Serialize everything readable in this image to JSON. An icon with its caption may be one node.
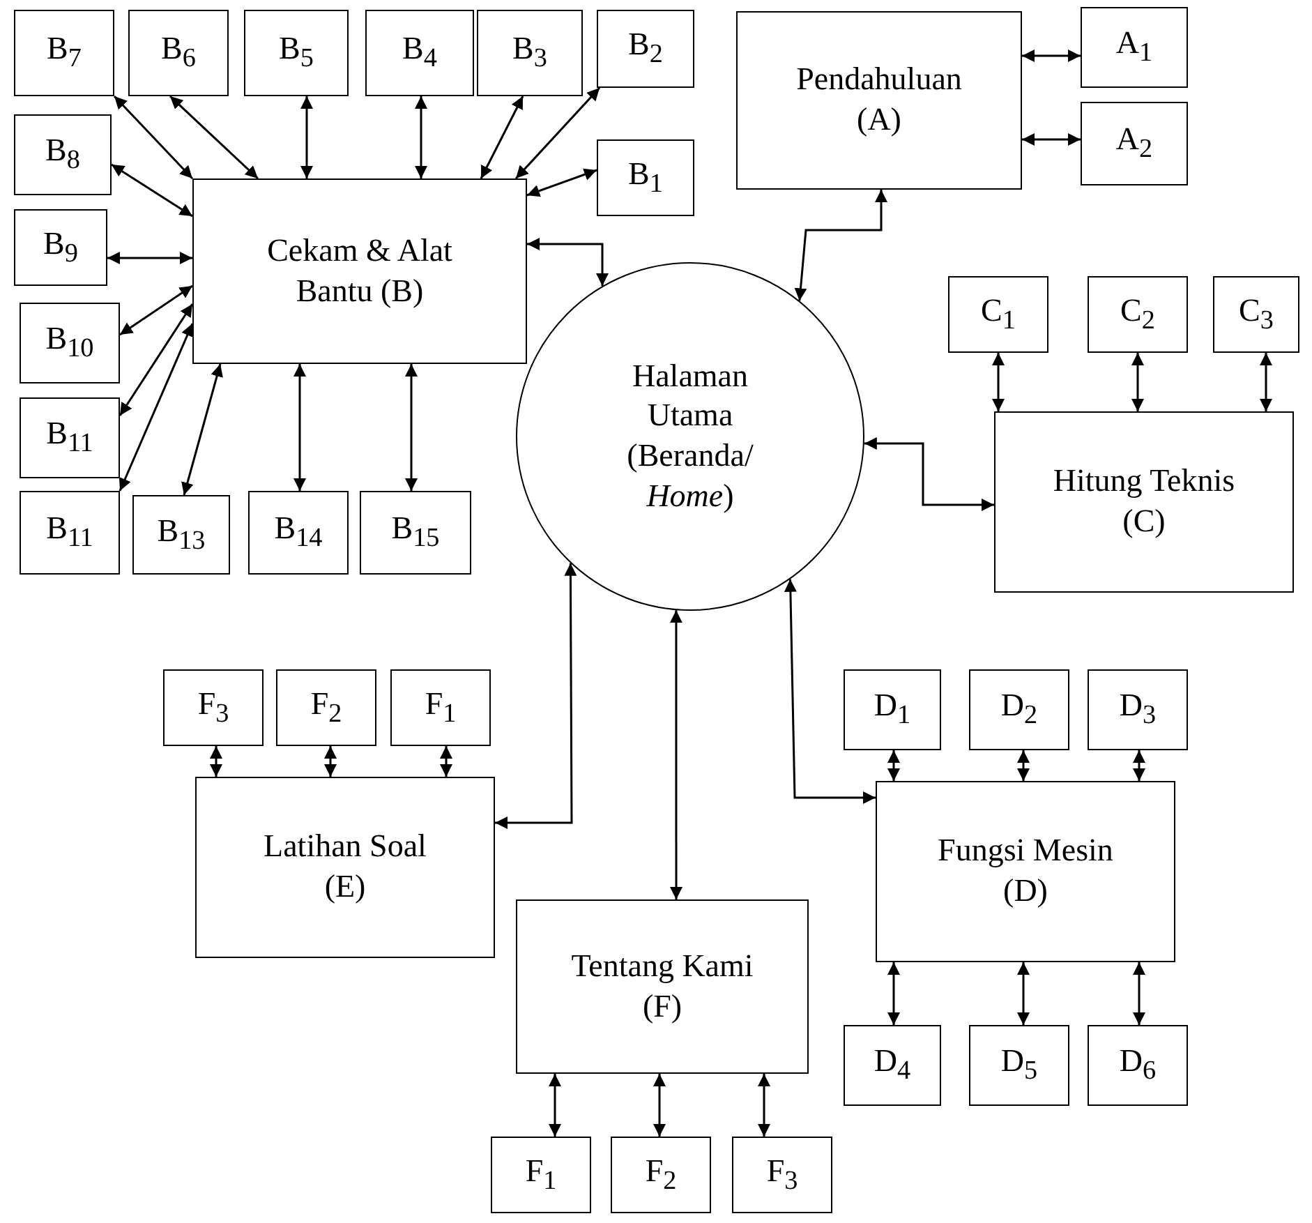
{
  "diagram": {
    "nodes": [
      {
        "text": [
          "B$_{7}$"
        ]
      },
      {
        "text": [
          "B$_{6}$"
        ]
      },
      {
        "text": [
          "B$_{5}$"
        ]
      },
      {
        "text": [
          "B$_{4}$"
        ]
      },
      {
        "text": [
          "B$_{3}$"
        ]
      },
      {
        "text": [
          "B$_{2}$"
        ]
      },
      {
        "text": [
          "Pendahuluan (A)"
        ]
      },
      {
        "text": [
          "A$_{1}$"
        ]
      },
      {
        "text": [
          "A$_{2}$"
        ]
      },
      {
        "text": [
          "B$_{1}$"
        ]
      },
      {
        "text": [
          "B$_{8}$"
        ]
      },
      {
        "text": [
          "Cekam & Alat Bantu (B)"
        ]
      },
      {
        "text": [
          "B$_{9}$"
        ]
      },
      {
        "text": [
          "B$_{10}$"
        ]
      },
      {
        "text": [
          "Halaman Utama (Beranda/ *Home*)"
        ]
      },
      {
        "text": [
          "C$_{1}$"
        ]
      },
      {
        "text": [
          "C$_{2}$"
        ]
      },
      {
        "text": [
          "C$_{3}$"
        ]
      },
      {
        "text": [
          "B$_{11}$"
        ]
      },
      {
        "text": [
          "Hitung Teknis (C)"
        ]
      },
      {
        "text": [
          "B$_{11}$"
        ]
      },
      {
        "text": [
          "B$_{13}$"
        ]
      },
      {
        "text": [
          "B$_{14}$"
        ]
      },
      {
        "text": [
          "B$_{15}$"
        ]
      },
      {
        "text": [
          "F$_{3}$"
        ]
      },
      {
        "text": [
          "F$_{2}$"
        ]
      },
      {
        "text": [
          "F$_{1}$"
        ]
      },
      {
        "text": [
          "D$_{1}$"
        ]
      },
      {
        "text": [
          "D$_{2}$"
        ]
      },
      {
        "text": [
          "D$_{3}$"
        ]
      },
      {
        "text": [
          "Latihan Soal (E)"
        ]
      },
      {
        "text": [
          "Fungsi Mesin (D)"
        ]
      },
      {
        "text": [
          "Tentang Kami (F)"
        ]
      },
      {
        "text": [
          "D$_{4}$"
        ]
      },
      {
        "text": [
          "D$_{5}$"
        ]
      },
      {
        "text": [
          "D$_{6}$"
        ]
      },
      {
        "text": [
          "F$_{1}$"
        ]
      },
      {
        "text": [
          "F$_{2}$"
        ]
      },
      {
        "text": [
          "F$_{3}$"
        ]
      }
    ],
    "edges": [
      {
        "from": 14,
        "to": 6,
        "arrow": "both"
      },
      {
        "from": 6,
        "to": 7,
        "arrow": "both"
      },
      {
        "from": 6,
        "to": 8,
        "arrow": "both"
      },
      {
        "from": 14,
        "to": 11,
        "arrow": "both"
      },
      {
        "from": 11,
        "to": 0,
        "arrow": "both"
      },
      {
        "from": 11,
        "to": 1,
        "arrow": "both"
      },
      {
        "from": 11,
        "to": 2,
        "arrow": "both"
      },
      {
        "from": 11,
        "to": 3,
        "arrow": "both"
      },
      {
        "from": 11,
        "to": 4,
        "arrow": "both"
      },
      {
        "from": 11,
        "to": 5,
        "arrow": "both"
      },
      {
        "from": 11,
        "to": 9,
        "arrow": "both"
      },
      {
        "from": 11,
        "to": 10,
        "arrow": "both"
      },
      {
        "from": 11,
        "to": 12,
        "arrow": "both"
      },
      {
        "from": 11,
        "to": 13,
        "arrow": "both"
      },
      {
        "from": 11,
        "to": 18,
        "arrow": "both"
      },
      {
        "from": 11,
        "to": 20,
        "arrow": "both"
      },
      {
        "from": 11,
        "to": 21,
        "arrow": "both"
      },
      {
        "from": 11,
        "to": 22,
        "arrow": "both"
      },
      {
        "from": 11,
        "to": 23,
        "arrow": "both"
      },
      {
        "from": 14,
        "to": 19,
        "arrow": "both"
      },
      {
        "from": 19,
        "to": 15,
        "arrow": "both"
      },
      {
        "from": 19,
        "to": 16,
        "arrow": "both"
      },
      {
        "from": 19,
        "to": 17,
        "arrow": "both"
      },
      {
        "from": 14,
        "to": 31,
        "arrow": "both"
      },
      {
        "from": 31,
        "to": 27,
        "arrow": "both"
      },
      {
        "from": 31,
        "to": 28,
        "arrow": "both"
      },
      {
        "from": 31,
        "to": 29,
        "arrow": "both"
      },
      {
        "from": 31,
        "to": 33,
        "arrow": "both"
      },
      {
        "from": 31,
        "to": 34,
        "arrow": "both"
      },
      {
        "from": 31,
        "to": 35,
        "arrow": "both"
      },
      {
        "from": 14,
        "to": 30,
        "arrow": "both"
      },
      {
        "from": 30,
        "to": 24,
        "arrow": "both"
      },
      {
        "from": 30,
        "to": 25,
        "arrow": "both"
      },
      {
        "from": 30,
        "to": 26,
        "arrow": "both"
      },
      {
        "from": 14,
        "to": 32,
        "arrow": "both"
      },
      {
        "from": 32,
        "to": 36,
        "arrow": "both"
      },
      {
        "from": 32,
        "to": 37,
        "arrow": "both"
      },
      {
        "from": 32,
        "to": 38,
        "arrow": "both"
      }
    ]
  }
}
